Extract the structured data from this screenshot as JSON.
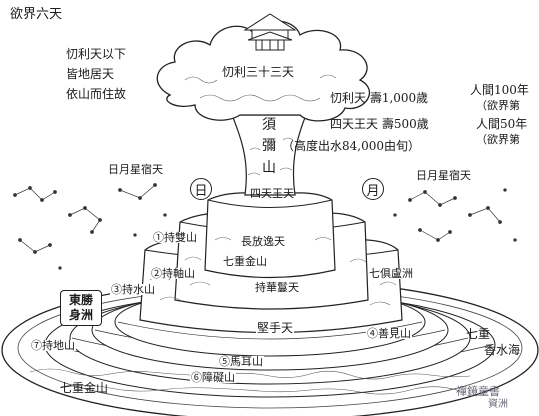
{
  "header": {
    "title": "欲界六天",
    "note_lines": [
      "忉利天以下",
      "皆地居天",
      "依山而住故"
    ]
  },
  "heavens": {
    "summit": "忉利三十三天",
    "trayastrimsa_life": "忉利天 壽1,000歲",
    "trayastrimsa_ratio_l1": "人間100年",
    "trayastrimsa_ratio_l2": "（欲界第",
    "catur_life": "四天王天 壽500歲",
    "catur_ratio_l1": "人間50年",
    "catur_ratio_l2": "（欲界第",
    "catur_label": "四天王天"
  },
  "mountain": {
    "name_chars": [
      "須",
      "彌",
      "山"
    ],
    "height_note": "（高度出水84,000由旬）"
  },
  "celestial": {
    "sun_moon_left": "日月星宿天",
    "sun_moon_right": "日月星宿天",
    "sun": "日",
    "moon": "月"
  },
  "tiers": {
    "top": "長放逸天",
    "mid": "持華鬘天",
    "low": "堅手天",
    "gold_ring_inner": "七重金山"
  },
  "rings": {
    "r1": "①持雙山",
    "r2": "②持軸山",
    "r3": "③持水山",
    "r4": "④善見山",
    "r5": "⑤馬耳山",
    "r6": "⑥障礙山",
    "r7": "⑦持地山"
  },
  "continents": {
    "east_l1": "東勝",
    "east_l2": "身洲",
    "west": "七俱盧洲",
    "south_l1": "",
    "south_l2": ""
  },
  "outer": {
    "right_l1": "七重",
    "right_l2": "香水海",
    "left": "七重金山"
  },
  "watermark": {
    "line1": "禪鏡童書",
    "line2": "資洲"
  }
}
